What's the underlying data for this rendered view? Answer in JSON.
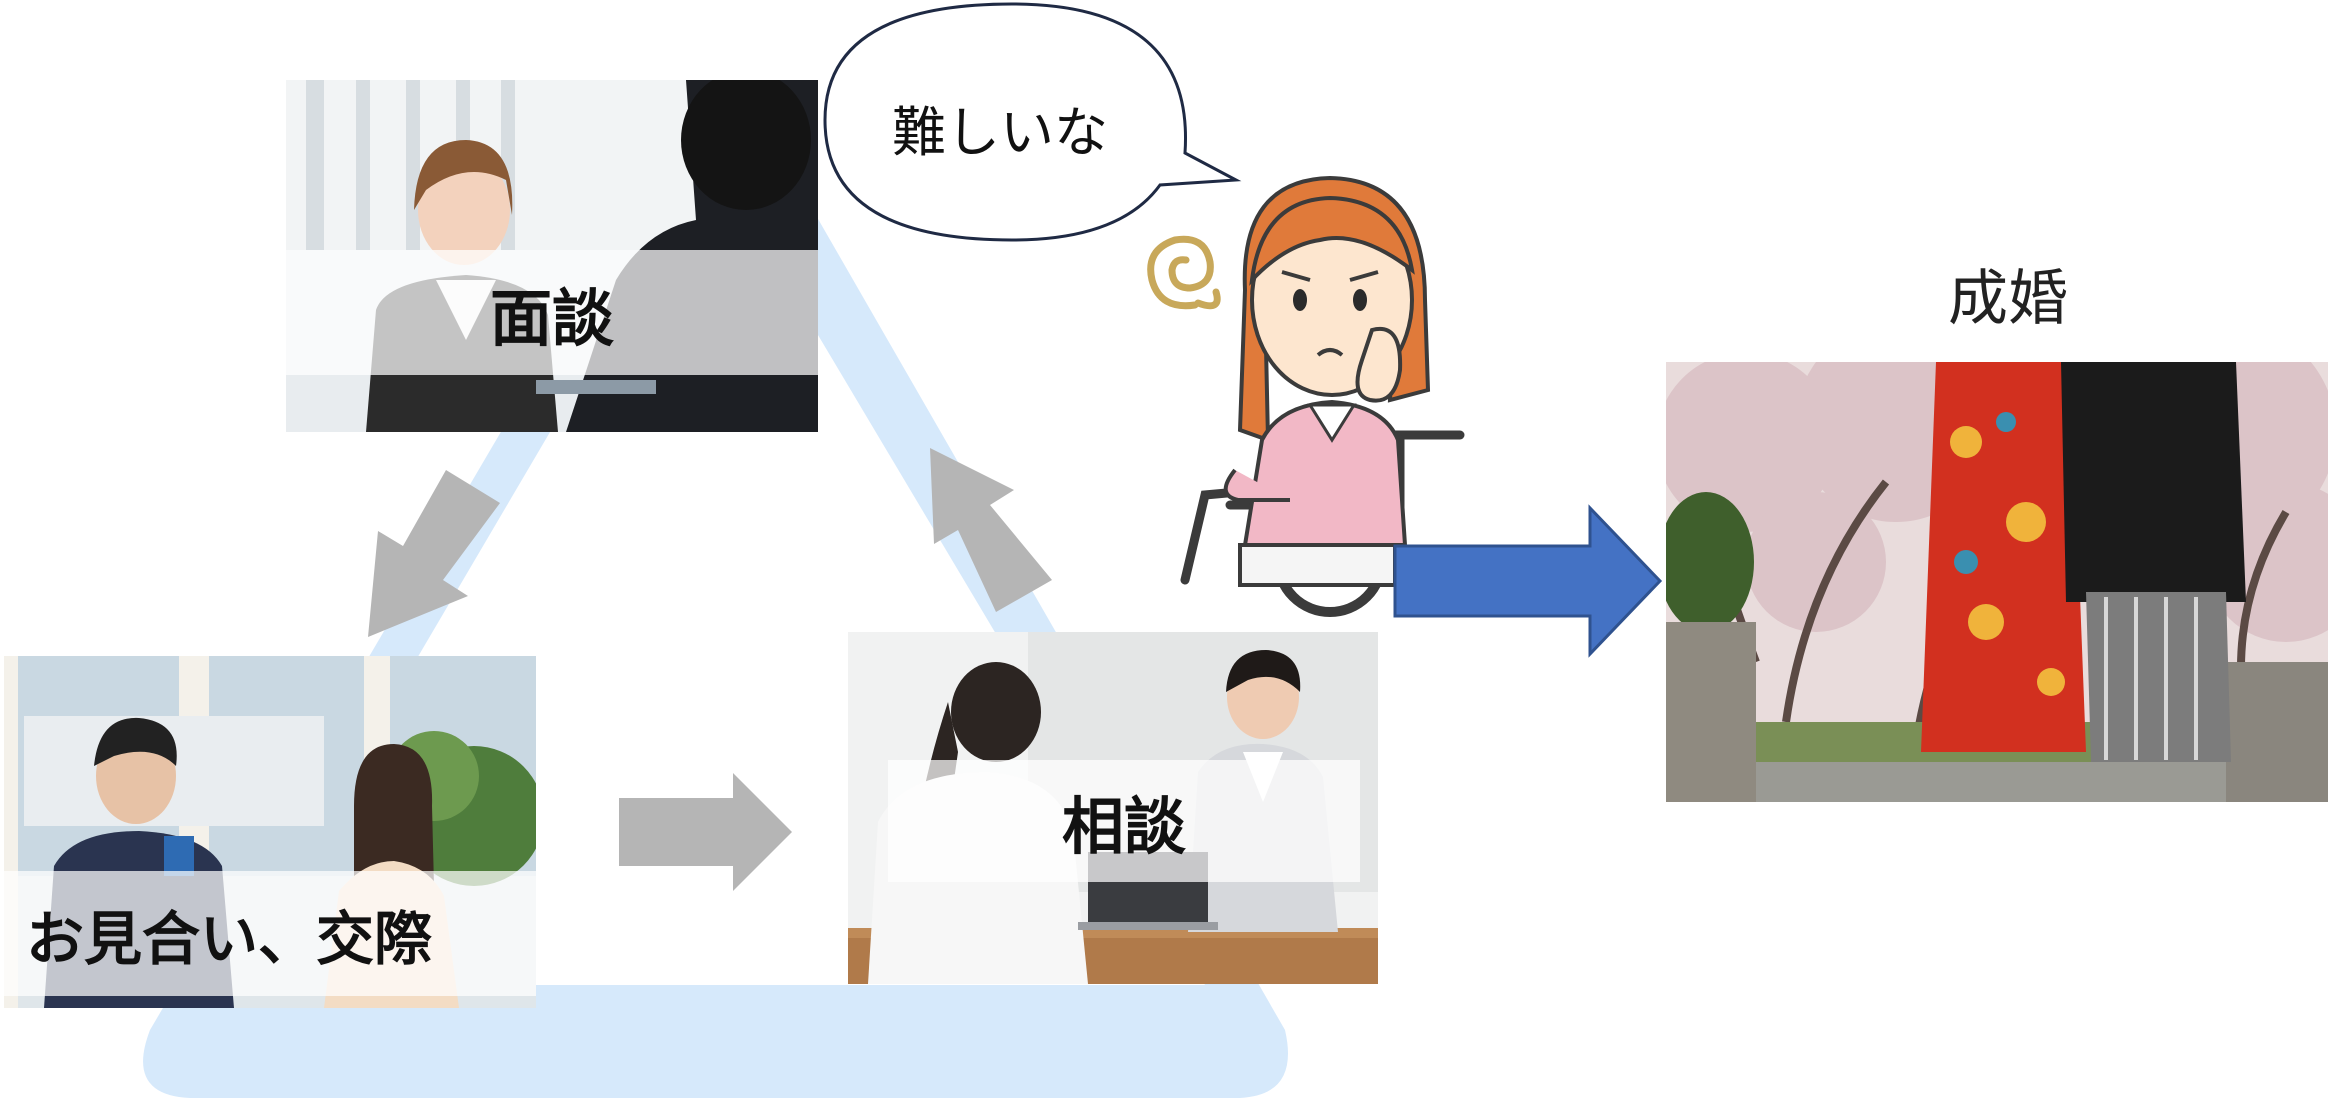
{
  "labels": {
    "interview": "面談",
    "consultation": "相談",
    "omiai": "お見合い、交際",
    "bubble": "難しいな",
    "marriage": "成婚"
  },
  "colors": {
    "cycle_triangle": "#d6e9fb",
    "cycle_arrows": "#b5b5b5",
    "main_arrow": "#4472c4",
    "main_arrow_border": "#2f528f"
  }
}
